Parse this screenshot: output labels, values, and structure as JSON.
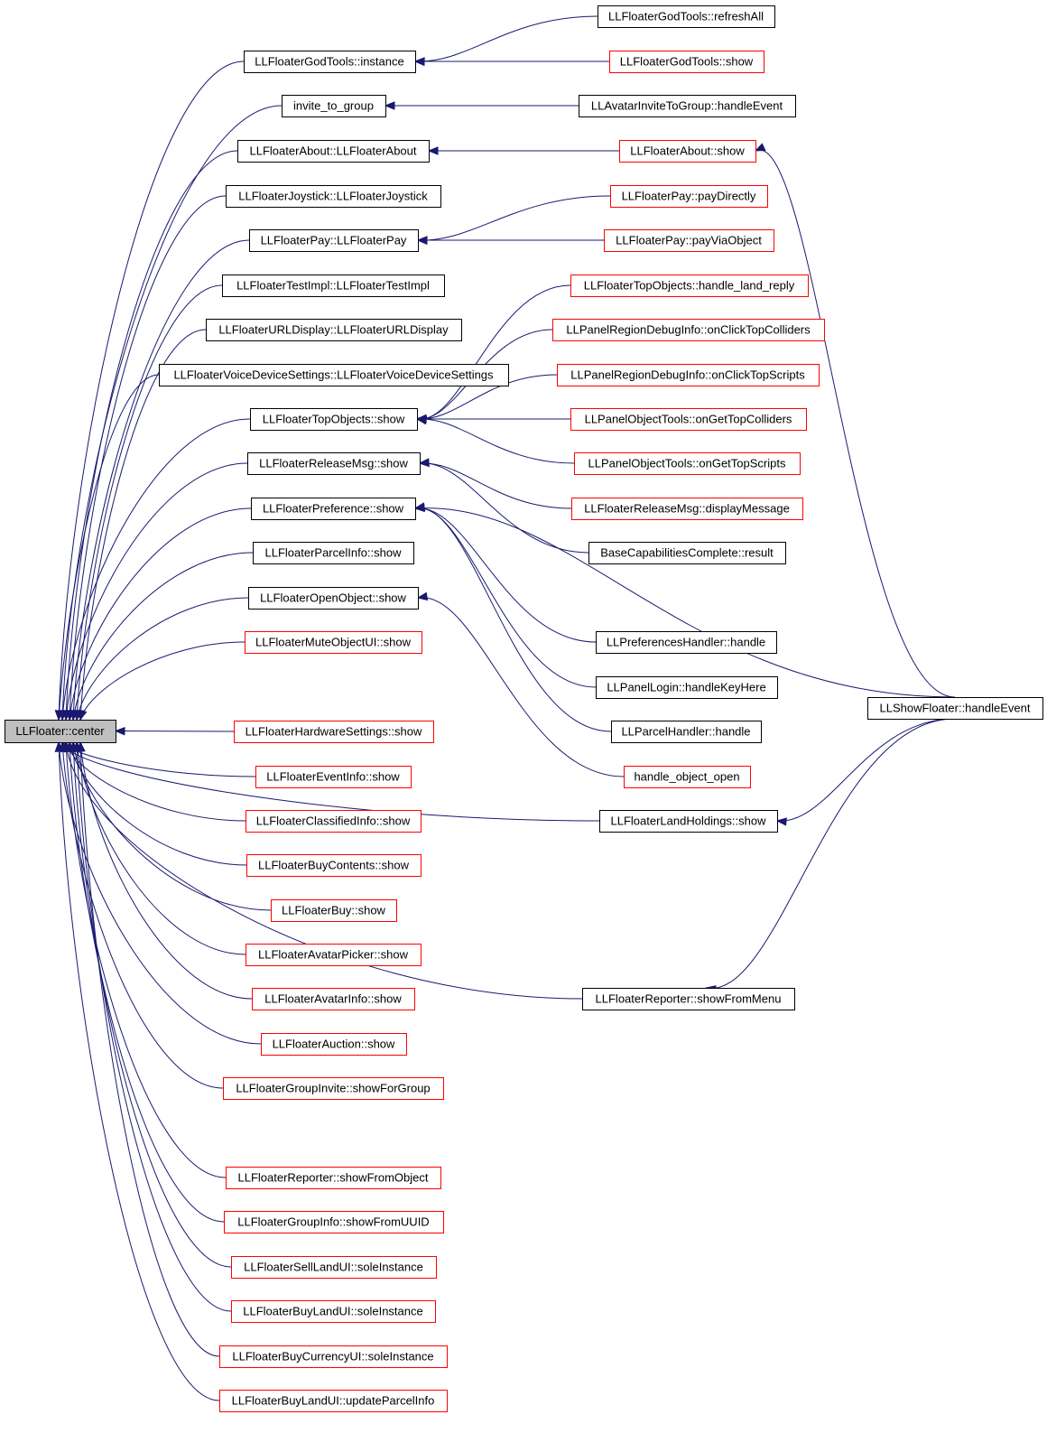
{
  "graph": {
    "root": {
      "id": "root",
      "label": "LLFloater::center",
      "style": "root"
    },
    "nodes": [
      {
        "id": "n01",
        "label": "LLFloaterGodTools::instance",
        "style": "plain"
      },
      {
        "id": "n02",
        "label": "invite_to_group",
        "style": "plain"
      },
      {
        "id": "n03",
        "label": "LLFloaterAbout::LLFloaterAbout",
        "style": "plain"
      },
      {
        "id": "n04",
        "label": "LLFloaterJoystick::LLFloaterJoystick",
        "style": "plain"
      },
      {
        "id": "n05",
        "label": "LLFloaterPay::LLFloaterPay",
        "style": "plain"
      },
      {
        "id": "n06",
        "label": "LLFloaterTestImpl::LLFloaterTestImpl",
        "style": "plain"
      },
      {
        "id": "n07",
        "label": "LLFloaterURLDisplay::LLFloaterURLDisplay",
        "style": "plain"
      },
      {
        "id": "n08",
        "label": "LLFloaterVoiceDeviceSettings::LLFloaterVoiceDeviceSettings",
        "style": "plain"
      },
      {
        "id": "n09",
        "label": "LLFloaterTopObjects::show",
        "style": "plain"
      },
      {
        "id": "n10",
        "label": "LLFloaterReleaseMsg::show",
        "style": "plain"
      },
      {
        "id": "n11",
        "label": "LLFloaterPreference::show",
        "style": "plain"
      },
      {
        "id": "n12",
        "label": "LLFloaterParcelInfo::show",
        "style": "plain"
      },
      {
        "id": "n13",
        "label": "LLFloaterOpenObject::show",
        "style": "plain"
      },
      {
        "id": "n14",
        "label": "LLFloaterMuteObjectUI::show",
        "style": "red"
      },
      {
        "id": "n15",
        "label": "LLFloaterHardwareSettings::show",
        "style": "red"
      },
      {
        "id": "n16",
        "label": "LLFloaterEventInfo::show",
        "style": "red"
      },
      {
        "id": "n17",
        "label": "LLFloaterClassifiedInfo::show",
        "style": "red"
      },
      {
        "id": "n18",
        "label": "LLFloaterBuyContents::show",
        "style": "red"
      },
      {
        "id": "n19",
        "label": "LLFloaterBuy::show",
        "style": "red"
      },
      {
        "id": "n20",
        "label": "LLFloaterAvatarPicker::show",
        "style": "red"
      },
      {
        "id": "n21",
        "label": "LLFloaterAvatarInfo::show",
        "style": "red"
      },
      {
        "id": "n22",
        "label": "LLFloaterAuction::show",
        "style": "red"
      },
      {
        "id": "n23",
        "label": "LLFloaterGroupInvite::showForGroup",
        "style": "red"
      },
      {
        "id": "n24",
        "label": "LLFloaterReporter::showFromObject",
        "style": "red"
      },
      {
        "id": "n25",
        "label": "LLFloaterGroupInfo::showFromUUID",
        "style": "red"
      },
      {
        "id": "n26",
        "label": "LLFloaterSellLandUI::soleInstance",
        "style": "red"
      },
      {
        "id": "n27",
        "label": "LLFloaterBuyLandUI::soleInstance",
        "style": "red"
      },
      {
        "id": "n28",
        "label": "LLFloaterBuyCurrencyUI::soleInstance",
        "style": "red"
      },
      {
        "id": "n29",
        "label": "LLFloaterBuyLandUI::updateParcelInfo",
        "style": "red"
      },
      {
        "id": "m01",
        "label": "LLFloaterGodTools::refreshAll",
        "style": "plain"
      },
      {
        "id": "m02",
        "label": "LLFloaterGodTools::show",
        "style": "red"
      },
      {
        "id": "m03",
        "label": "LLAvatarInviteToGroup::handleEvent",
        "style": "plain"
      },
      {
        "id": "m04",
        "label": "LLFloaterAbout::show",
        "style": "red"
      },
      {
        "id": "m05",
        "label": "LLFloaterPay::payDirectly",
        "style": "red"
      },
      {
        "id": "m06",
        "label": "LLFloaterPay::payViaObject",
        "style": "red"
      },
      {
        "id": "m07",
        "label": "LLFloaterTopObjects::handle_land_reply",
        "style": "red"
      },
      {
        "id": "m08",
        "label": "LLPanelRegionDebugInfo::onClickTopColliders",
        "style": "red"
      },
      {
        "id": "m09",
        "label": "LLPanelRegionDebugInfo::onClickTopScripts",
        "style": "red"
      },
      {
        "id": "m10",
        "label": "LLPanelObjectTools::onGetTopColliders",
        "style": "red"
      },
      {
        "id": "m11",
        "label": "LLPanelObjectTools::onGetTopScripts",
        "style": "red"
      },
      {
        "id": "m12",
        "label": "LLFloaterReleaseMsg::displayMessage",
        "style": "red"
      },
      {
        "id": "m13",
        "label": "BaseCapabilitiesComplete::result",
        "style": "plain"
      },
      {
        "id": "m14",
        "label": "LLPreferencesHandler::handle",
        "style": "plain"
      },
      {
        "id": "m15",
        "label": "LLPanelLogin::handleKeyHere",
        "style": "plain"
      },
      {
        "id": "m16",
        "label": "LLParcelHandler::handle",
        "style": "plain"
      },
      {
        "id": "m17",
        "label": "handle_object_open",
        "style": "red"
      },
      {
        "id": "m18",
        "label": "LLFloaterLandHoldings::show",
        "style": "plain"
      },
      {
        "id": "m19",
        "label": "LLFloaterReporter::showFromMenu",
        "style": "plain"
      },
      {
        "id": "r01",
        "label": "LLShowFloater::handleEvent",
        "style": "plain"
      }
    ],
    "edges": [
      {
        "from": "n01",
        "to": "root"
      },
      {
        "from": "n02",
        "to": "root"
      },
      {
        "from": "n03",
        "to": "root"
      },
      {
        "from": "n04",
        "to": "root"
      },
      {
        "from": "n05",
        "to": "root"
      },
      {
        "from": "n06",
        "to": "root"
      },
      {
        "from": "n07",
        "to": "root"
      },
      {
        "from": "n08",
        "to": "root"
      },
      {
        "from": "n09",
        "to": "root"
      },
      {
        "from": "n10",
        "to": "root"
      },
      {
        "from": "n11",
        "to": "root"
      },
      {
        "from": "n12",
        "to": "root"
      },
      {
        "from": "n13",
        "to": "root"
      },
      {
        "from": "n14",
        "to": "root"
      },
      {
        "from": "n15",
        "to": "root"
      },
      {
        "from": "n16",
        "to": "root"
      },
      {
        "from": "n17",
        "to": "root"
      },
      {
        "from": "n18",
        "to": "root"
      },
      {
        "from": "n19",
        "to": "root"
      },
      {
        "from": "n20",
        "to": "root"
      },
      {
        "from": "n21",
        "to": "root"
      },
      {
        "from": "n22",
        "to": "root"
      },
      {
        "from": "n23",
        "to": "root"
      },
      {
        "from": "n24",
        "to": "root"
      },
      {
        "from": "n25",
        "to": "root"
      },
      {
        "from": "n26",
        "to": "root"
      },
      {
        "from": "n27",
        "to": "root"
      },
      {
        "from": "n28",
        "to": "root"
      },
      {
        "from": "n29",
        "to": "root"
      },
      {
        "from": "m18",
        "to": "root"
      },
      {
        "from": "m19",
        "to": "root"
      },
      {
        "from": "m01",
        "to": "n01"
      },
      {
        "from": "m02",
        "to": "n01"
      },
      {
        "from": "m03",
        "to": "n02"
      },
      {
        "from": "m04",
        "to": "n03"
      },
      {
        "from": "m05",
        "to": "n05"
      },
      {
        "from": "m06",
        "to": "n05"
      },
      {
        "from": "m07",
        "to": "n09"
      },
      {
        "from": "m08",
        "to": "n09"
      },
      {
        "from": "m09",
        "to": "n09"
      },
      {
        "from": "m10",
        "to": "n09"
      },
      {
        "from": "m11",
        "to": "n09"
      },
      {
        "from": "m12",
        "to": "n10"
      },
      {
        "from": "m13",
        "to": "n10"
      },
      {
        "from": "m14",
        "to": "n11"
      },
      {
        "from": "m15",
        "to": "n11"
      },
      {
        "from": "m16",
        "to": "n11"
      },
      {
        "from": "r01",
        "to": "n11"
      },
      {
        "from": "m17",
        "to": "n13"
      },
      {
        "from": "r01",
        "to": "m04"
      },
      {
        "from": "r01",
        "to": "m18"
      },
      {
        "from": "r01",
        "to": "m19"
      }
    ]
  }
}
